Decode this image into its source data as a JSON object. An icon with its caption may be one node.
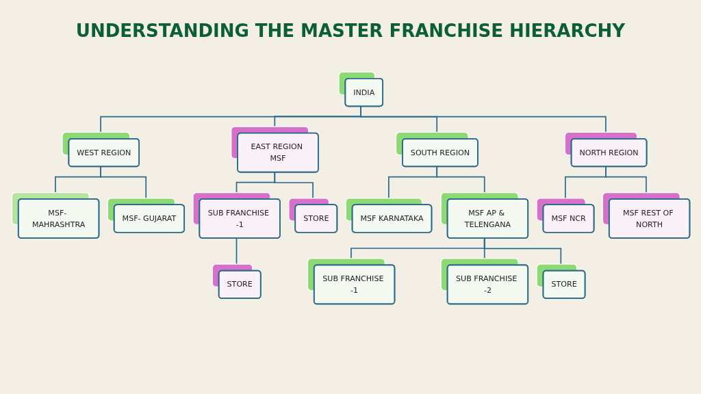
{
  "diagram": {
    "title": "UNDERSTANDING THE MASTER FRANCHISE HIERARCHY",
    "nodes": [
      {
        "text": [
          "INDIA"
        ]
      },
      {
        "text": [
          "WEST REGION"
        ]
      },
      {
        "text": [
          "EAST REGION MSF"
        ]
      },
      {
        "text": [
          "SOUTH REGION"
        ]
      },
      {
        "text": [
          "NORTH REGION"
        ]
      },
      {
        "text": [
          "MSF- MAHRASHTRA"
        ]
      },
      {
        "text": [
          "MSF- GUJARAT"
        ]
      },
      {
        "text": [
          "SUB FRANCHISE -1"
        ]
      },
      {
        "text": [
          "STORE"
        ]
      },
      {
        "text": [
          "MSF KARNATAKA"
        ]
      },
      {
        "text": [
          "MSF AP & TELENGANA"
        ]
      },
      {
        "text": [
          "MSF NCR"
        ]
      },
      {
        "text": [
          "MSF REST OF NORTH"
        ]
      },
      {
        "text": [
          "STORE"
        ]
      },
      {
        "text": [
          "SUB FRANCHISE -1"
        ]
      },
      {
        "text": [
          "SUB FRANCHISE -2"
        ]
      },
      {
        "text": [
          "STORE"
        ]
      }
    ],
    "edges": [
      {
        "from": 0,
        "to": 1,
        "arrow": "none"
      },
      {
        "from": 0,
        "to": 2,
        "arrow": "none"
      },
      {
        "from": 0,
        "to": 3,
        "arrow": "none"
      },
      {
        "from": 0,
        "to": 4,
        "arrow": "none"
      },
      {
        "from": 1,
        "to": 5,
        "arrow": "none"
      },
      {
        "from": 1,
        "to": 6,
        "arrow": "none"
      },
      {
        "from": 2,
        "to": 7,
        "arrow": "none"
      },
      {
        "from": 2,
        "to": 8,
        "arrow": "none"
      },
      {
        "from": 3,
        "to": 9,
        "arrow": "none"
      },
      {
        "from": 3,
        "to": 10,
        "arrow": "none"
      },
      {
        "from": 4,
        "to": 11,
        "arrow": "none"
      },
      {
        "from": 4,
        "to": 12,
        "arrow": "none"
      },
      {
        "from": 7,
        "to": 13,
        "arrow": "none"
      },
      {
        "from": 10,
        "to": 14,
        "arrow": "none"
      },
      {
        "from": 10,
        "to": 15,
        "arrow": "none"
      },
      {
        "from": 10,
        "to": 16,
        "arrow": "none"
      }
    ]
  }
}
